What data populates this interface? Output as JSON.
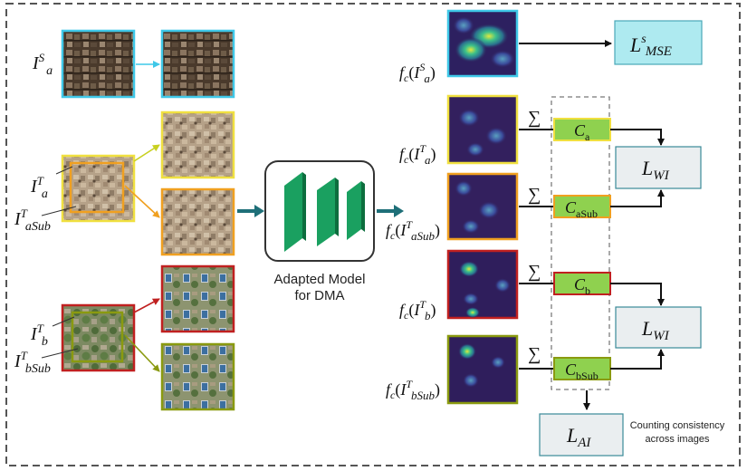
{
  "diagram": {
    "source": {
      "var": "I",
      "sup": "S",
      "sub": "a"
    },
    "target_a": {
      "var": "I",
      "sup": "T",
      "sub": "a"
    },
    "target_a_sub": {
      "var": "I",
      "sup": "T",
      "sub": "aSub"
    },
    "target_b": {
      "var": "I",
      "sup": "T",
      "sub": "b"
    },
    "target_b_sub": {
      "var": "I",
      "sup": "T",
      "sub": "bSub"
    },
    "model": {
      "line1": "Adapted Model",
      "line2": "for DMA"
    },
    "features": [
      {
        "prefix": "f",
        "prefix_sub": "c",
        "open": "(",
        "var": "I",
        "sup": "S",
        "sub": "a",
        "close": ")"
      },
      {
        "prefix": "f",
        "prefix_sub": "c",
        "open": "(",
        "var": "I",
        "sup": "T",
        "sub": "a",
        "close": ")"
      },
      {
        "prefix": "f",
        "prefix_sub": "c",
        "open": "(",
        "var": "I",
        "sup": "T",
        "sub": "aSub",
        "close": ")"
      },
      {
        "prefix": "f",
        "prefix_sub": "c",
        "open": "(",
        "var": "I",
        "sup": "T",
        "sub": "b",
        "close": ")"
      },
      {
        "prefix": "f",
        "prefix_sub": "c",
        "open": "(",
        "var": "I",
        "sup": "T",
        "sub": "bSub",
        "close": ")"
      }
    ],
    "sum_symbol": "∑",
    "counts": [
      {
        "var": "C",
        "sub": "a"
      },
      {
        "var": "C",
        "sub": "aSub"
      },
      {
        "var": "C",
        "sub": "b"
      },
      {
        "var": "C",
        "sub": "bSub"
      }
    ],
    "loss_mse": {
      "var": "L",
      "sup": "s",
      "sub": "MSE"
    },
    "loss_wi": {
      "var": "L",
      "sub": "WI"
    },
    "loss_ai": {
      "var": "L",
      "sub": "AI"
    },
    "loss_ai_note": {
      "line1": "Counting consistency",
      "line2": "across images"
    },
    "colors": {
      "source": "#3fc8e8",
      "target_a": "#f0e040",
      "target_a_sub": "#f0a020",
      "target_b": "#c02020",
      "target_b_sub": "#8a9a10",
      "model_green": "#1aa060",
      "arrow_teal": "#1e6f78",
      "count_green": "#8fd14f",
      "loss_box": "#eaeef0",
      "mse_box": "#aeeaf0"
    }
  }
}
